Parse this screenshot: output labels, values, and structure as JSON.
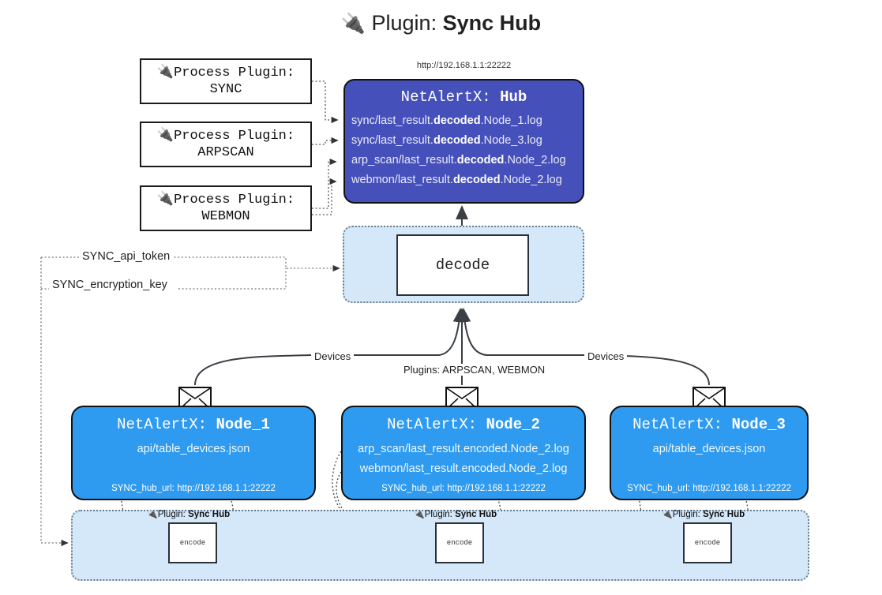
{
  "title": {
    "icon": "plug-icon",
    "prefix": "Plugin:",
    "name": "Sync Hub"
  },
  "hub": {
    "url": "http://192.168.1.1:22222",
    "title_prefix": "NetAlertX:",
    "title_name": "Hub",
    "lines": [
      {
        "pre": "sync/last_result.",
        "strong": "decoded",
        "post": ".Node_1.log"
      },
      {
        "pre": "sync/last_result.",
        "strong": "decoded",
        "post": ".Node_3.log"
      },
      {
        "pre": "arp_scan/last_result.",
        "strong": "decoded",
        "post": ".Node_2.log"
      },
      {
        "pre": "webmon/last_result.",
        "strong": "decoded",
        "post": ".Node_2.log"
      }
    ]
  },
  "process_plugins": [
    {
      "line1": "Process Plugin:",
      "line2": "SYNC"
    },
    {
      "line1": "Process Plugin:",
      "line2": "ARPSCAN"
    },
    {
      "line1": "Process Plugin:",
      "line2": "WEBMON"
    }
  ],
  "decode": {
    "label": "decode"
  },
  "secrets": [
    {
      "label": "SYNC_api_token"
    },
    {
      "label": "SYNC_encryption_key"
    }
  ],
  "edge_labels": {
    "devices_left": "Devices",
    "plugins_center": "Plugins: ARPSCAN, WEBMON",
    "devices_right": "Devices"
  },
  "nodes": [
    {
      "title_prefix": "NetAlertX:",
      "title_name": "Node_1",
      "lines": [
        "api/table_devices.json"
      ],
      "footer": "SYNC_hub_url: http://192.168.1.1:22222",
      "envelope": "envelope-icon"
    },
    {
      "title_prefix": "NetAlertX:",
      "title_name": "Node_2",
      "lines": [
        "arp_scan/last_result.encoded.Node_2.log",
        "webmon/last_result.encoded.Node_2.log"
      ],
      "footer": "SYNC_hub_url: http://192.168.1.1:22222",
      "envelope": "envelope-icon"
    },
    {
      "title_prefix": "NetAlertX:",
      "title_name": "Node_3",
      "lines": [
        "api/table_devices.json"
      ],
      "footer": "SYNC_hub_url: http://192.168.1.1:22222",
      "envelope": "envelope-icon"
    }
  ],
  "plugin_strip": [
    {
      "caption_prefix": "Plugin:",
      "caption_name": "Sync Hub",
      "box_label": "encode"
    },
    {
      "caption_prefix": "Plugin:",
      "caption_name": "Sync Hub",
      "box_label": "encode"
    },
    {
      "caption_prefix": "Plugin:",
      "caption_name": "Sync Hub",
      "box_label": "encode"
    }
  ],
  "colors": {
    "hub_fill": "#4650bb",
    "node_fill": "#2e9bf0",
    "container_fill": "#d4e8fa",
    "stroke": "#111111",
    "dotted_stroke": "#6d7b86"
  }
}
